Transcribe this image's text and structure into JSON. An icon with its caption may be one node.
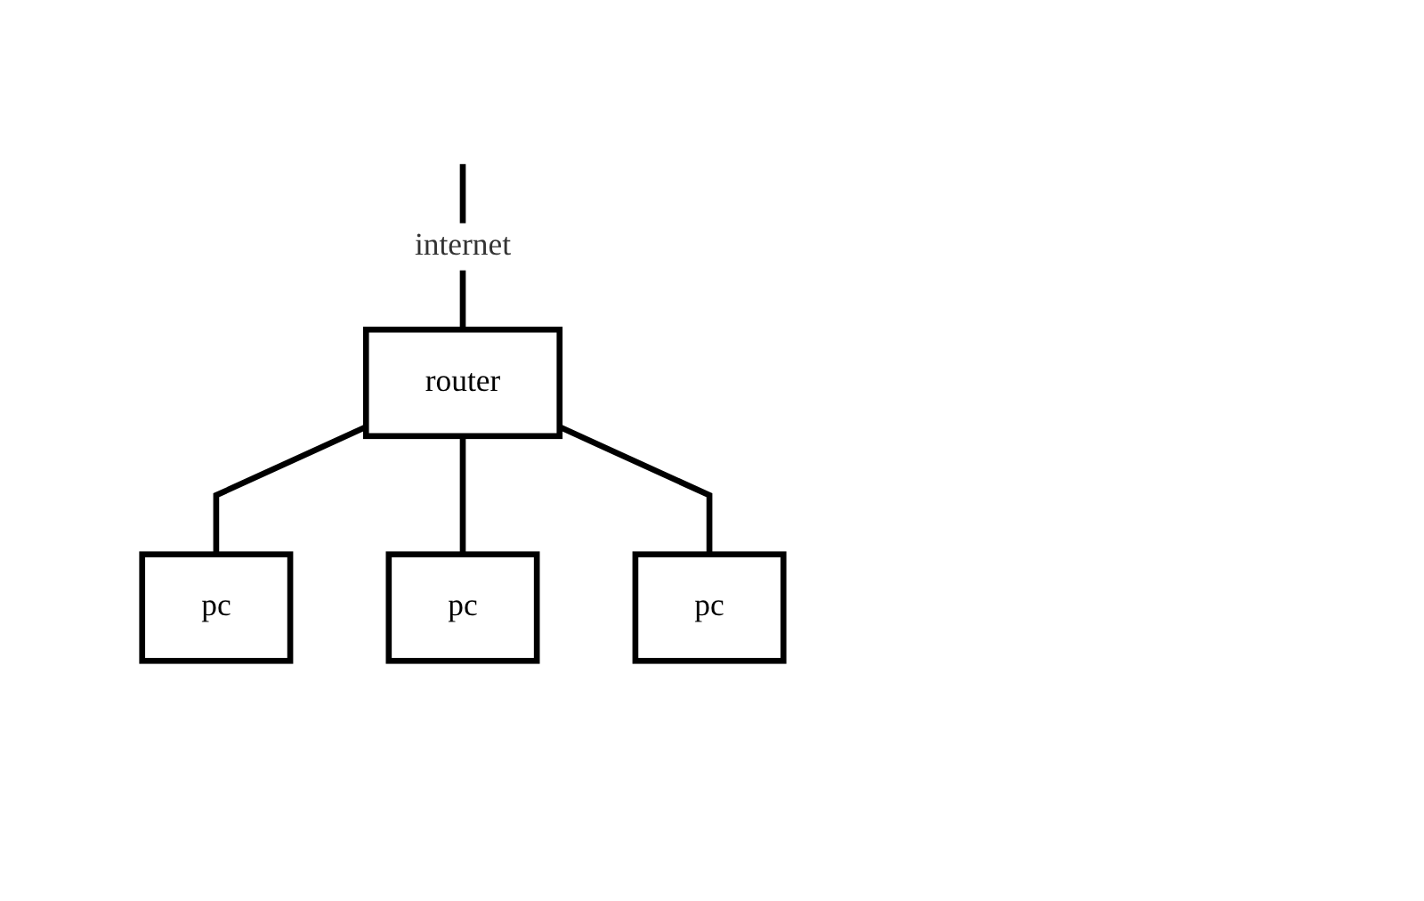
{
  "diagram": {
    "nodes": [
      {
        "text": [
          "router"
        ]
      },
      {
        "text": [
          "pc"
        ]
      },
      {
        "text": [
          "pc"
        ]
      },
      {
        "text": [
          "pc"
        ]
      }
    ],
    "edges": [
      {
        "from": null,
        "to": 0,
        "arrow": "none",
        "label": "internet"
      },
      {
        "from": 0,
        "to": 1,
        "arrow": "none"
      },
      {
        "from": 0,
        "to": 2,
        "arrow": "none"
      },
      {
        "from": 0,
        "to": 3,
        "arrow": "none"
      }
    ]
  }
}
